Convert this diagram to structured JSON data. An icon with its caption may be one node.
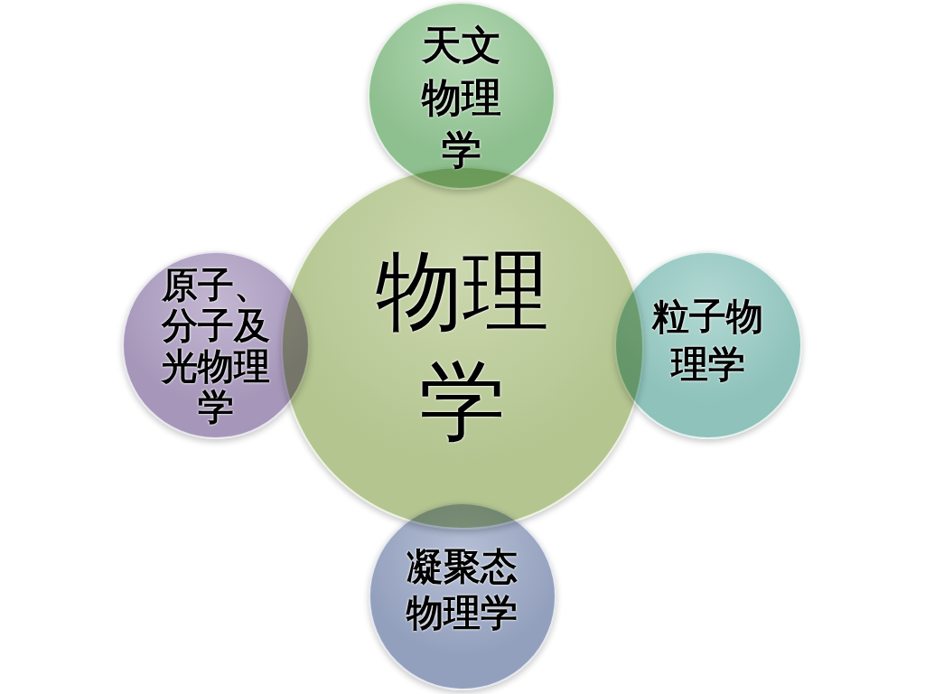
{
  "diagram": {
    "nodes": [
      {
        "text": [
          "天文物理学"
        ]
      },
      {
        "text": [
          "物理学"
        ]
      },
      {
        "text": [
          "原子、分子及光物理学"
        ]
      },
      {
        "text": [
          "粒子物理学"
        ]
      },
      {
        "text": [
          "凝聚态物理学"
        ]
      }
    ]
  }
}
